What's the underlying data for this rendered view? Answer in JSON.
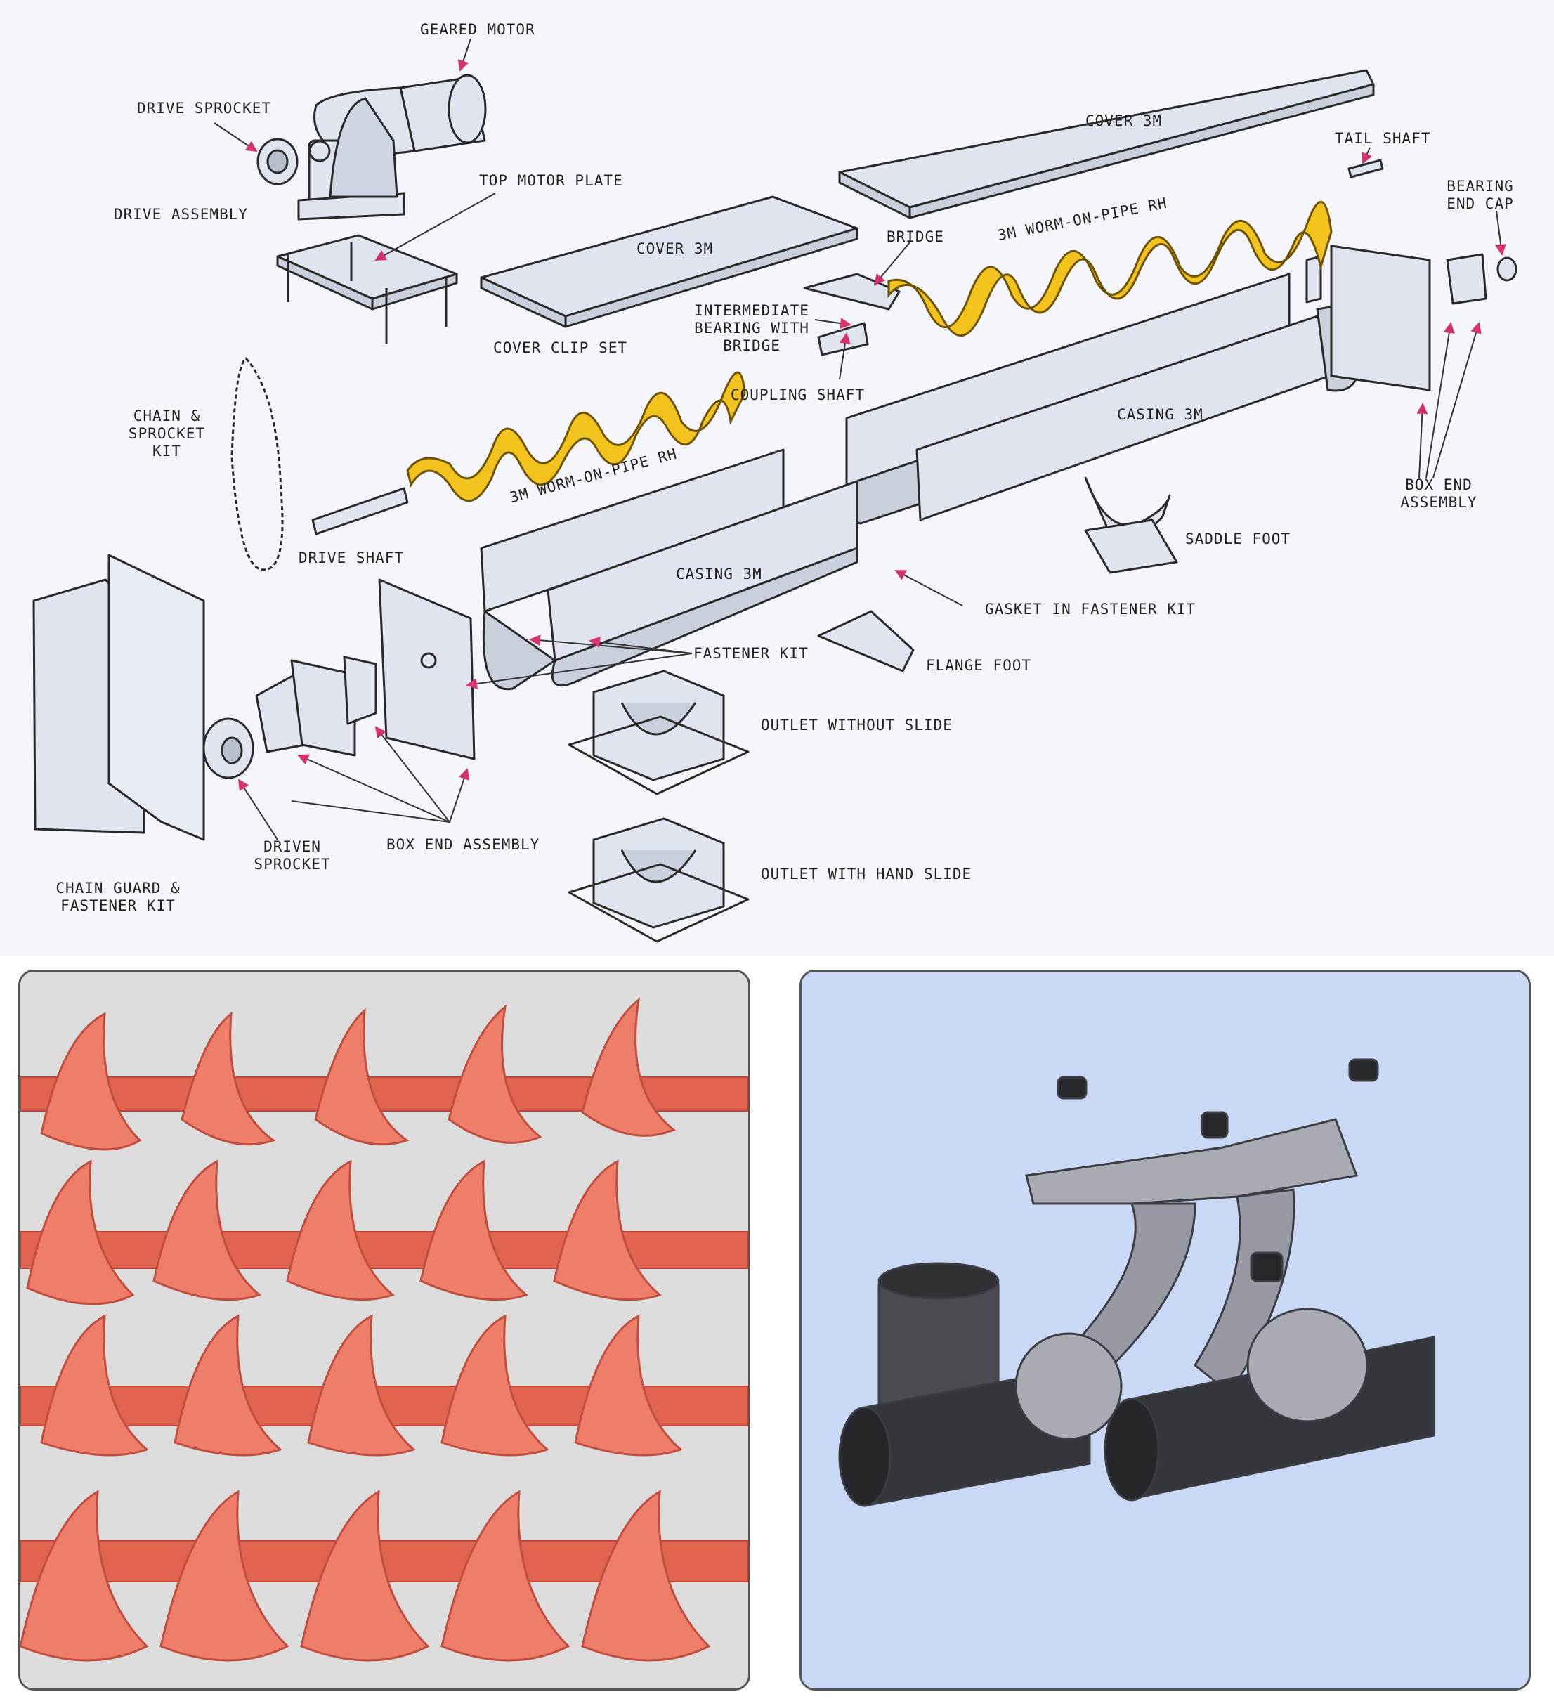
{
  "labels": {
    "geared_motor": "GEARED MOTOR",
    "drive_sprocket": "DRIVE SPROCKET",
    "drive_assembly": "DRIVE ASSEMBLY",
    "top_motor_plate": "TOP MOTOR PLATE",
    "cover_top": "COVER 3M",
    "cover_mid": "COVER 3M",
    "tail_shaft": "TAIL SHAFT",
    "bearing_end_cap": "BEARING END CAP",
    "bridge": "BRIDGE",
    "worm_top": "3M WORM-ON-PIPE RH",
    "intermediate_bearing": "INTERMEDIATE BEARING WITH BRIDGE",
    "cover_clip_set": "COVER CLIP SET",
    "coupling_shaft": "COUPLING SHAFT",
    "chain_sprocket_kit": "CHAIN & SPROCKET KIT",
    "worm_bottom": "3M WORM-ON-PIPE RH",
    "casing_top": "CASING 3M",
    "box_end_assembly_right": "BOX END ASSEMBLY",
    "saddle_foot": "SADDLE FOOT",
    "drive_shaft": "DRIVE SHAFT",
    "casing_bottom": "CASING 3M",
    "gasket_fastener_kit": "GASKET IN FASTENER KIT",
    "fastener_kit": "FASTENER KIT",
    "flange_foot": "FLANGE FOOT",
    "outlet_without_slide": "OUTLET WITHOUT SLIDE",
    "outlet_with_hand_slide": "OUTLET WITH HAND SLIDE",
    "driven_sprocket": "DRIVEN SPROCKET",
    "box_end_assembly_bottom": "BOX END ASSEMBLY",
    "chain_guard": "CHAIN GUARD & FASTENER KIT"
  },
  "colors": {
    "background": "#f4f6fc",
    "metal": "#dfe4ee",
    "outline": "#2a2a2a",
    "flight_yellow": "#f2c21d",
    "leader_pink": "#d6336c",
    "flight_red": "#e8705e",
    "photo_blue": "#c9d8f4",
    "bearing_grey": "#8c8f96"
  }
}
